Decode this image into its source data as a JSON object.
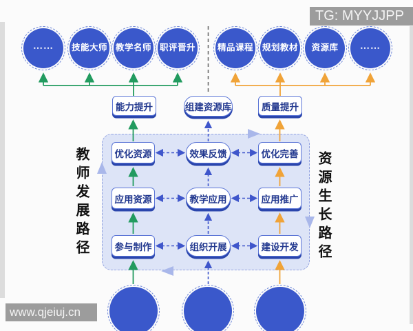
{
  "watermarks": {
    "top_right": "TG: MYYJJPP",
    "bottom_left": "www.qjeiuj.cn"
  },
  "side_labels": {
    "left": "教师发展路径",
    "right": "资源生长路径"
  },
  "top_circles_left": [
    "⋯⋯",
    "技能大师",
    "教学名师",
    "职评晋升"
  ],
  "top_circles_right": [
    "精品课程",
    "规划教材",
    "资源库",
    "⋯⋯"
  ],
  "mid_boxes": {
    "left": "能力提升",
    "center": "组建资源库",
    "right": "质量提升"
  },
  "matrix": {
    "rows": [
      {
        "left": "优化资源",
        "center": "效果反馈",
        "right": "优化完善"
      },
      {
        "left": "应用资源",
        "center": "教学应用",
        "right": "应用推广"
      },
      {
        "left": "参与制作",
        "center": "组织开展",
        "right": "建设开发"
      }
    ]
  },
  "colors": {
    "circle_fill": "#3a58cb",
    "circle_ring": "#6c86d8",
    "box_border": "#5b75d6",
    "box_shadow": "#2a45ac",
    "box_text": "#22388f",
    "container_fill": "#dde4f7",
    "container_border": "#93a3e0",
    "green_arrow": "#229b5f",
    "orange_arrow": "#f0a338",
    "blue_arrow": "#3f56cb",
    "big_arrow": "#a9b7ea",
    "divider_dashed": "#6b6b6b",
    "watermark_bg": "#949494"
  }
}
